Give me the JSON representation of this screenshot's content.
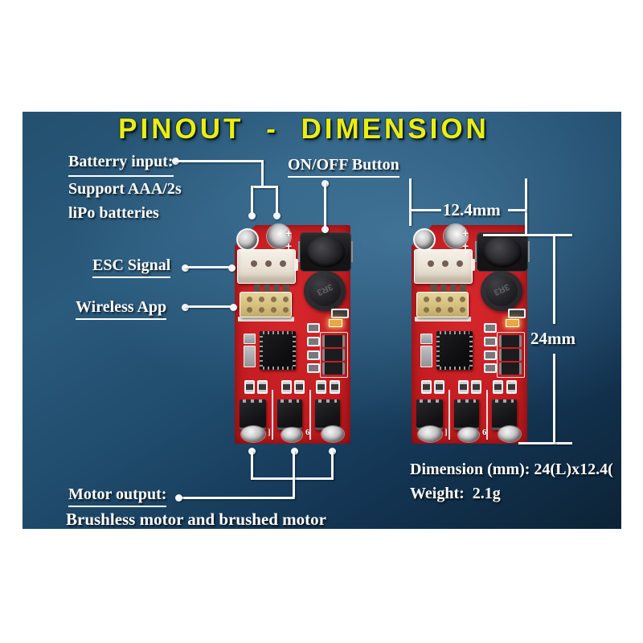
{
  "title": "PINOUT - DIMENSION",
  "colors": {
    "accent_yellow": "#e9ef10",
    "panel_blue": "#2a5a7c",
    "line_white": "#f5f8fa",
    "pcb_red": "#c11b1f"
  },
  "callouts": {
    "battery": {
      "label": "Batterry input:",
      "desc1": "Support AAA/2s",
      "desc2": "liPo batteries"
    },
    "on_off": {
      "label": "ON/OFF Button"
    },
    "esc": {
      "label": "ESC Signal"
    },
    "wireless": {
      "label": "Wireless App"
    },
    "motor": {
      "label": "Motor output:",
      "desc": "Brushless motor and brushed motor"
    }
  },
  "dimensions": {
    "width": "12.4mm",
    "height": "24mm"
  },
  "specs": {
    "dimension": "Dimension (mm): 24(L)x12.4(",
    "weight": "Weight:  2.1g"
  },
  "board": {
    "inductor_marking": "3R3",
    "plus_mark": "+",
    "silk_left": "]",
    "silk_right": "6"
  }
}
